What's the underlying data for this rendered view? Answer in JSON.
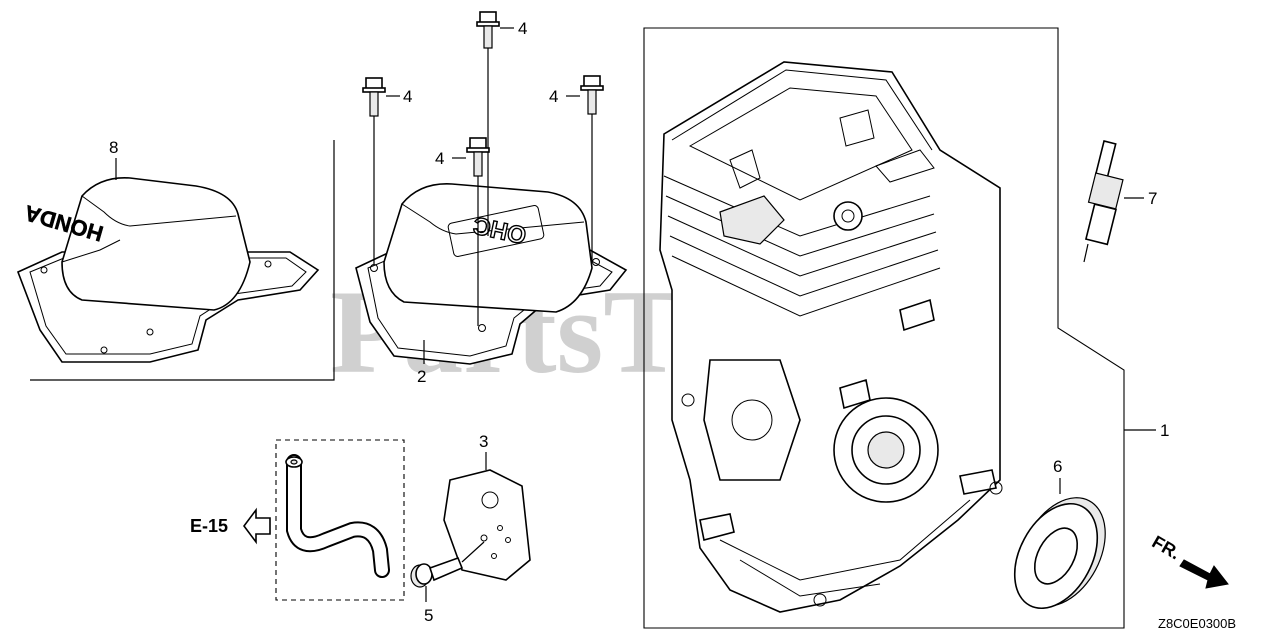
{
  "watermark": "PartsTree",
  "diagram_code": "Z8C0E0300B",
  "reference": "E-15",
  "direction_label": "FR.",
  "callouts": {
    "crankcase": "1",
    "head_cover": "2",
    "breather_plate": "3",
    "bolt_a": "4",
    "bolt_b": "4",
    "bolt_c": "4",
    "bolt_d": "4",
    "screw": "5",
    "oil_seal": "6",
    "spark_plug": "7",
    "cover_plate": "8"
  },
  "cover_texts": {
    "plate_cover": "HONDA",
    "head_cover": "OHC"
  }
}
